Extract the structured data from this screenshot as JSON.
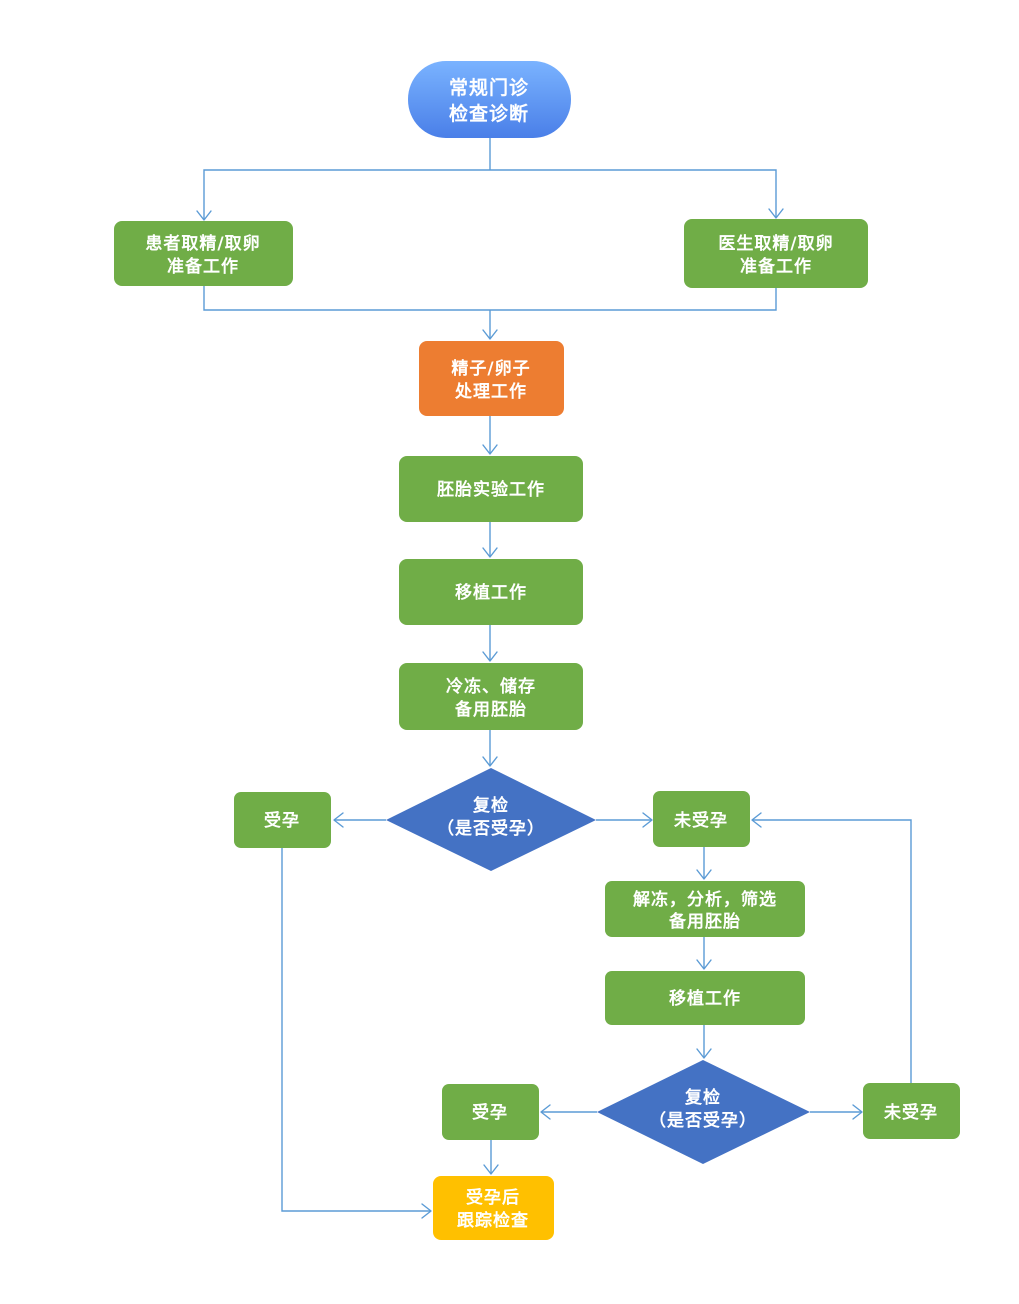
{
  "colors": {
    "start": "#4a7fe8",
    "start_light": "#7ab3ff",
    "process": "#70ad47",
    "highlight": "#ed7d31",
    "decision": "#4472c4",
    "end": "#ffc000",
    "edge": "#5b9bd5"
  },
  "nodes": {
    "start": {
      "line1": "常规门诊",
      "line2": "检查诊断"
    },
    "patient_prep": {
      "line1": "患者取精/取卵",
      "line2": "准备工作"
    },
    "doctor_prep": {
      "line1": "医生取精/取卵",
      "line2": "准备工作"
    },
    "gamete_processing": {
      "line1": "精子/卵子",
      "line2": "处理工作"
    },
    "embryo_lab": {
      "line1": "胚胎实验工作"
    },
    "transfer_1": {
      "line1": "移植工作"
    },
    "freeze_store": {
      "line1": "冷冻、储存",
      "line2": "备用胚胎"
    },
    "recheck_1": {
      "line1": "复检",
      "line2": "（是否受孕）"
    },
    "pregnant_1": {
      "line1": "受孕"
    },
    "not_pregnant_1": {
      "line1": "未受孕"
    },
    "thaw_analyze": {
      "line1": "解冻，分析，筛选",
      "line2": "备用胚胎"
    },
    "transfer_2": {
      "line1": "移植工作"
    },
    "recheck_2": {
      "line1": "复检",
      "line2": "（是否受孕）"
    },
    "pregnant_2": {
      "line1": "受孕"
    },
    "not_pregnant_2": {
      "line1": "未受孕"
    },
    "followup": {
      "line1": "受孕后",
      "line2": "跟踪检查"
    }
  }
}
